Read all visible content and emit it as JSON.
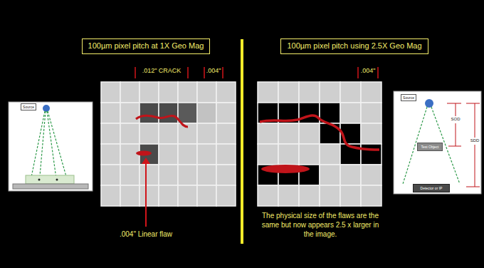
{
  "diagram": {
    "nodes": [
      {
        "text": [
          "100µm pixel pitch at 1X Geo Mag"
        ]
      },
      {
        "text": [
          "Source"
        ]
      },
      {
        "text": [
          "100µm pixel pitch using 2.5X Geo Mag"
        ]
      },
      {
        "text": [
          "Source"
        ]
      },
      {
        "text": [
          "Test Object"
        ]
      },
      {
        "text": [
          "Detector or IP"
        ]
      }
    ],
    "labels": [
      ".012\" CRACK",
      ".004\"",
      ".004\"",
      ".004\" Linear flaw",
      "The physical size of the flaws are the same but now appears 2.5 x larger in the image.",
      "SOD",
      "SDD"
    ]
  }
}
